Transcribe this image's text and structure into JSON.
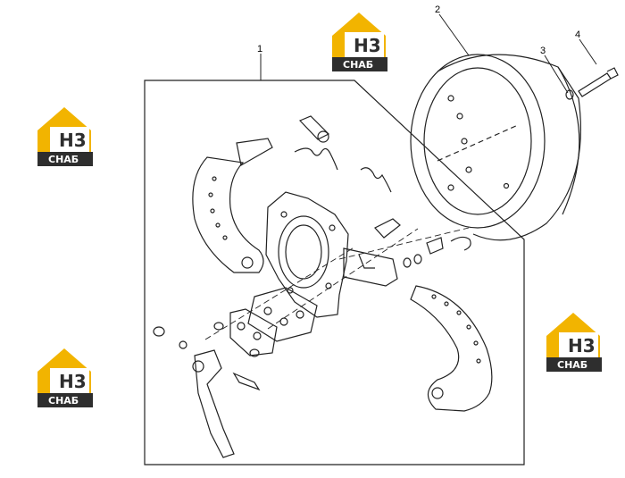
{
  "diagram": {
    "callouts": [
      {
        "label": "1",
        "part": "brake-assembly"
      },
      {
        "label": "2",
        "part": "brake-drum"
      },
      {
        "label": "3",
        "part": "washer"
      },
      {
        "label": "4",
        "part": "bolt"
      }
    ]
  },
  "watermark": {
    "mark": "H3",
    "word": "СНАБ",
    "colors": {
      "roof": "#f2b400",
      "text": "#ffffff",
      "box": "#2e2e2e",
      "mark_text": "#2e2e2e"
    }
  },
  "colors": {
    "line": "#222222",
    "background": "#ffffff"
  }
}
